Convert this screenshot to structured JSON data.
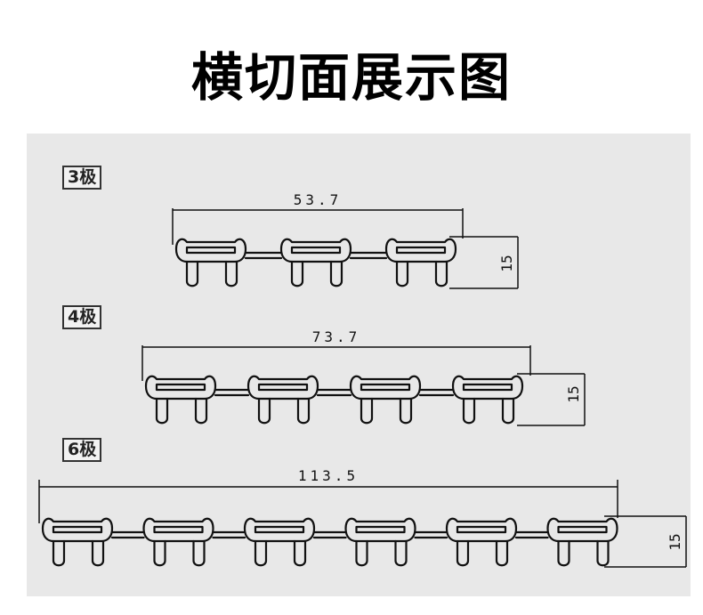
{
  "title": "横切面展示图",
  "rows": [
    {
      "label": "3极",
      "poles": 3,
      "width_label": "53.7",
      "height_label": "15"
    },
    {
      "label": "4极",
      "poles": 4,
      "width_label": "73.7",
      "height_label": "15"
    },
    {
      "label": "6极",
      "poles": 6,
      "width_label": "113.5",
      "height_label": "15"
    }
  ]
}
